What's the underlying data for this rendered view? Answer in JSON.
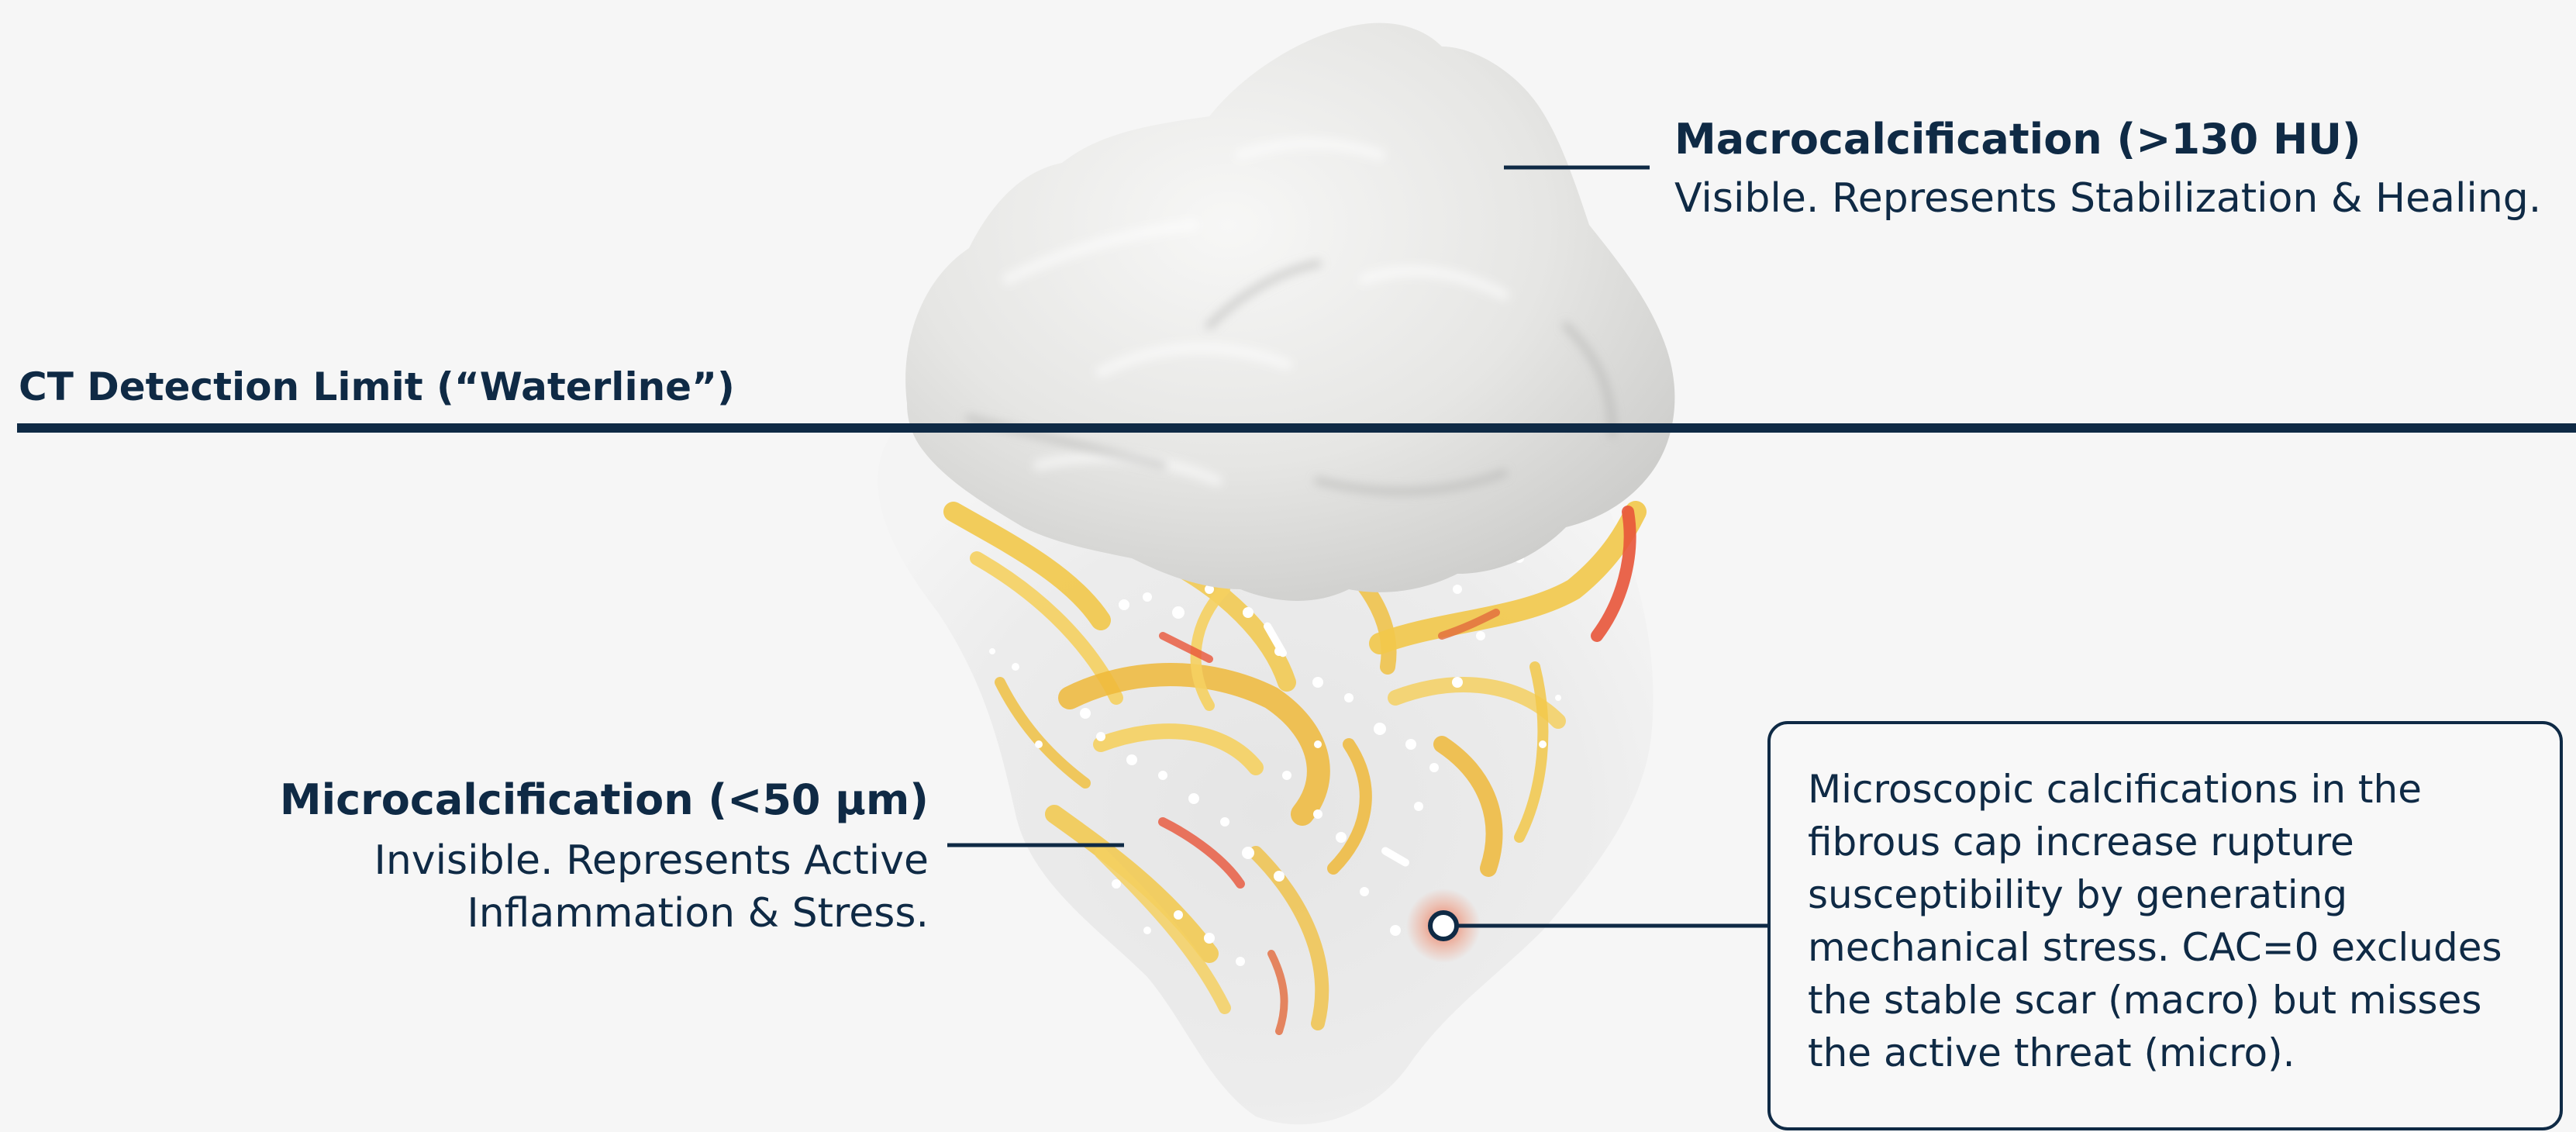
{
  "colors": {
    "navy": "#0f2a45",
    "background": "#f6f6f6",
    "macrocalcification": "#e6e6e4",
    "inflammation_yellow": "#f2c84a",
    "inflammation_red": "#e8553a",
    "microcalcification": "#ffffff"
  },
  "macro": {
    "title": "Macrocalcification (>130 HU)",
    "description": "Visible. Represents Stabilization & Healing."
  },
  "waterline": {
    "label": "CT Detection Limit (“Waterline”)"
  },
  "micro": {
    "title": "Microcalcification (<50 μm)",
    "description_lines": [
      "Invisible. Represents Active",
      "Inflammation & Stress."
    ]
  },
  "note": {
    "lines": [
      "Microscopic calcifications in the",
      "fibrous cap increase rupture",
      "susceptibility by generating",
      "mechanical stress. CAC=0 excludes",
      "the stable scar (macro) but misses",
      "the active threat (micro)."
    ]
  }
}
